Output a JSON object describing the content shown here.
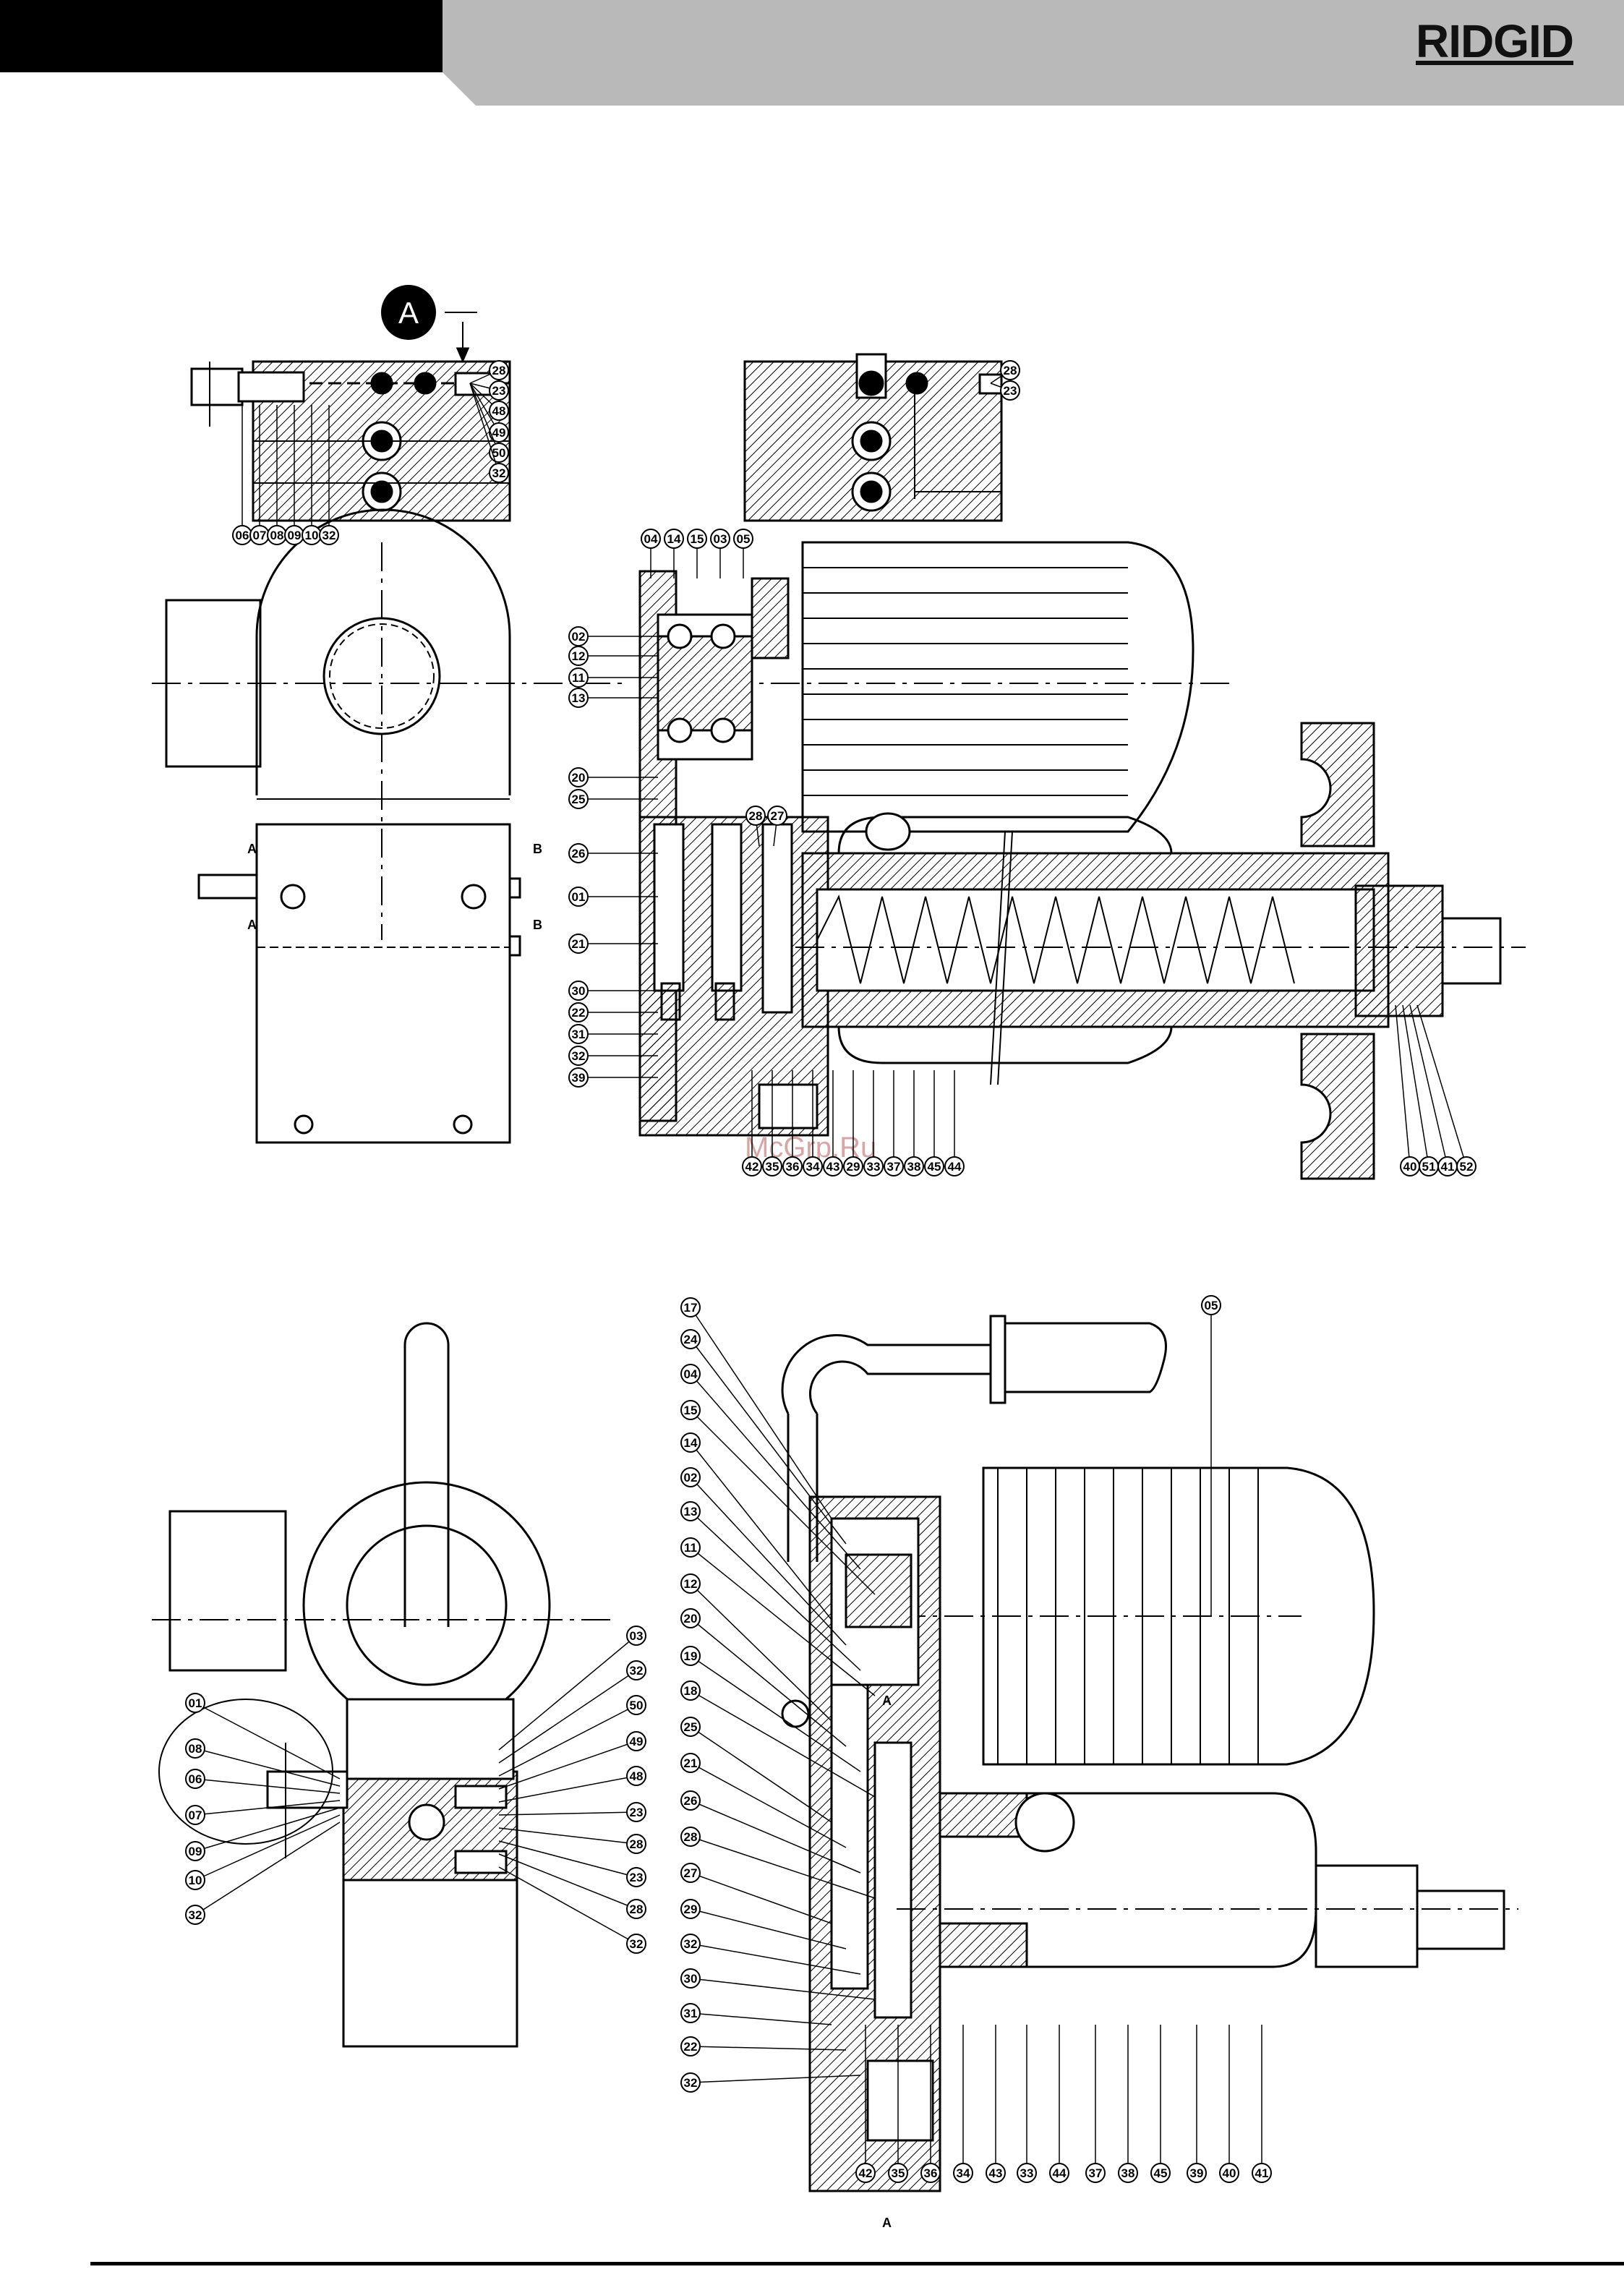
{
  "brand": {
    "logo_text": "RIDGID"
  },
  "watermark": "McGrp.Ru",
  "marker": "A",
  "views": {
    "top_left_callouts": [
      "06",
      "07",
      "08",
      "09",
      "10",
      "32"
    ],
    "top_left_right_callouts": [
      "28",
      "23",
      "48",
      "49",
      "50",
      "32"
    ],
    "top_right_callouts": [
      "28",
      "23"
    ],
    "section_left_callouts": [
      "04",
      "14",
      "15",
      "03",
      "05",
      "02",
      "12",
      "11",
      "13",
      "20",
      "25",
      "26",
      "01",
      "21",
      "30",
      "22",
      "31",
      "32",
      "39"
    ],
    "section_top_callouts": [
      "28",
      "27"
    ],
    "section_bottom_callouts": [
      "42",
      "35",
      "36",
      "34",
      "43",
      "29",
      "33",
      "37",
      "38",
      "45",
      "44"
    ],
    "section_right_callouts": [
      "40",
      "51",
      "41",
      "52"
    ],
    "lower_left_left_callouts": [
      "01",
      "08",
      "06",
      "07",
      "09",
      "10",
      "32"
    ],
    "lower_left_right_callouts": [
      "03",
      "32",
      "50",
      "49",
      "48",
      "23",
      "28",
      "23",
      "28",
      "32"
    ],
    "lower_right_left_callouts": [
      "17",
      "24",
      "04",
      "15",
      "14",
      "02",
      "13",
      "11",
      "12",
      "20",
      "19",
      "18",
      "25",
      "21",
      "26",
      "28",
      "27",
      "29",
      "32",
      "30",
      "31",
      "22",
      "32"
    ],
    "lower_right_top_callouts": [
      "05"
    ],
    "lower_right_bottom_callouts": [
      "42",
      "35",
      "36",
      "34",
      "43",
      "33",
      "44",
      "37",
      "38",
      "45",
      "39",
      "40",
      "41"
    ],
    "section_marks": [
      "A",
      "A",
      "B",
      "B",
      "A",
      "A"
    ]
  }
}
